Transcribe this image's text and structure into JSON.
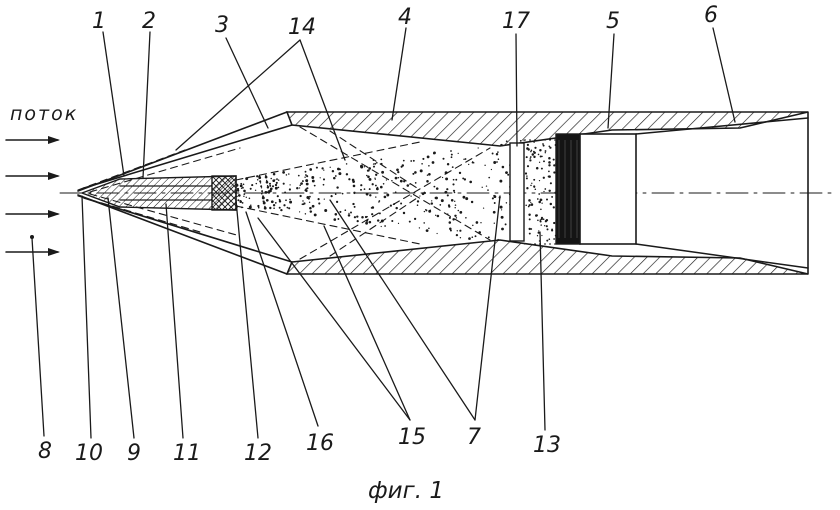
{
  "figure": {
    "flow_label": "поток",
    "caption": "фиг. 1",
    "labels": [
      "1",
      "2",
      "3",
      "14",
      "4",
      "17",
      "5",
      "6",
      "8",
      "10",
      "9",
      "11",
      "12",
      "16",
      "15",
      "7",
      "13"
    ]
  },
  "colors": {
    "ink": "#1a1a1a",
    "background": "#ffffff"
  }
}
